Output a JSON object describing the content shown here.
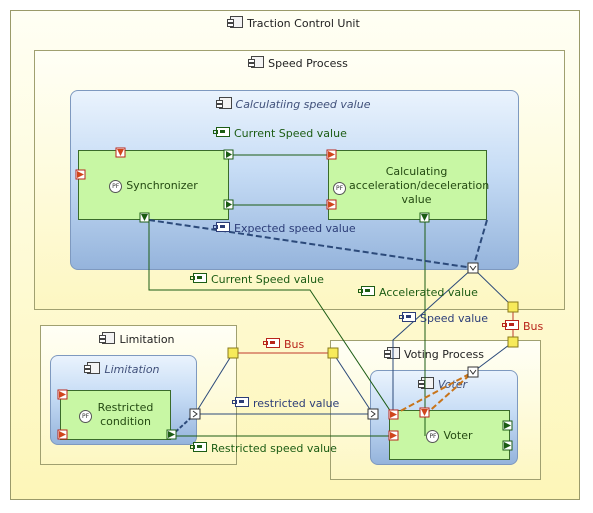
{
  "components": {
    "traction_control_unit": "Traction Control Unit",
    "speed_process": "Speed Process",
    "calculating_speed_value": "Calculatiing speed value",
    "limitation_outer": "Limitation",
    "limitation_inner": "Limitation",
    "voting_process": "Voting Process",
    "voter_inner": "Voter"
  },
  "functions": {
    "synchronizer": "Synchronizer",
    "calc_accel": "Calculating acceleration/deceleration value",
    "restricted_condition": "Restricted condition",
    "voter": "Voter",
    "pf_badge": "PF"
  },
  "exchanges": {
    "current_speed_top": "Current Speed value",
    "expected_speed": "Expected speed value",
    "current_speed_mid": "Current Speed value",
    "accelerated": "Accelerated value",
    "speed_value": "Speed value",
    "bus_right": "Bus",
    "bus_left": "Bus",
    "restricted_value": "restricted value",
    "restricted_speed": "Restricted speed value"
  },
  "colors": {
    "component_fill": "#fdf7c2",
    "logical_fill": "#c6dcf5",
    "function_fill": "#c8f7a4",
    "functional_link": "#1c5c14",
    "component_link": "#2c3d78",
    "bus_link": "#b8241a",
    "voter_link": "#c8741a"
  }
}
